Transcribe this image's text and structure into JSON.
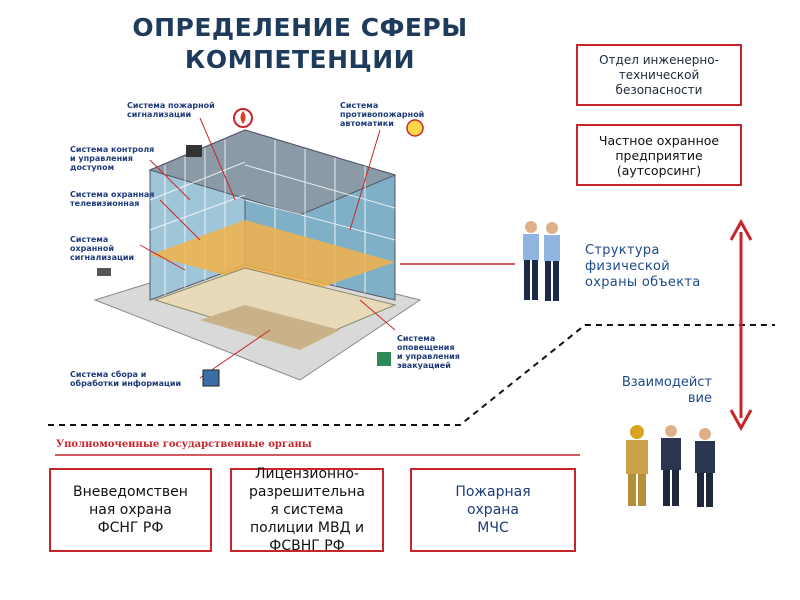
{
  "title": {
    "line1": "ОПРЕДЕЛЕНИЕ СФЕРЫ",
    "line2": "КОМПЕТЕНЦИИ"
  },
  "top_boxes": {
    "engineering": {
      "line1": "Отдел инженерно-",
      "line2": "технической",
      "line3": "безопасности"
    },
    "private": {
      "line1": "Частное охранное",
      "line2": "предприятие",
      "line3": "(аутсорсинг)"
    }
  },
  "physical_guard": {
    "line1": "Структура",
    "line2": "физической",
    "line3": "охраны объекта"
  },
  "interaction": {
    "line1": "Взаимодейст",
    "line2": "вие"
  },
  "gov_label": "Уполномоченные государственные органы",
  "bottom_boxes": {
    "box1": {
      "line1": "Вневедомствен",
      "line2": "ная охрана",
      "line3": "ФСНГ РФ"
    },
    "box2": {
      "line1": "Лицензионно-",
      "line2": "разрешительна",
      "line3": "я система",
      "line4": "полиции МВД и",
      "line5": "ФСВНГ РФ"
    },
    "box3": {
      "line1": "Пожарная",
      "line2": "охрана",
      "line3": "МЧС"
    }
  },
  "building_labels": {
    "fire_alarm": {
      "line1": "Система пожарной",
      "line2": "сигнализации"
    },
    "fire_automation": {
      "line1": "Система",
      "line2": "противопожарной",
      "line3": "автоматики"
    },
    "access_control": {
      "line1": "Система контроля",
      "line2": "и управления",
      "line3": "доступом"
    },
    "cctv": {
      "line1": "Система охранная",
      "line2": "телевизионная"
    },
    "security_alarm": {
      "line1": "Система",
      "line2": "охранной",
      "line3": "сигнализации"
    },
    "evacuation": {
      "line1": "Система",
      "line2": "оповещения",
      "line3": "и управления",
      "line4": "эвакуацией"
    },
    "info": {
      "line1": "Система сбора и",
      "line2": "обработки информации"
    }
  },
  "colors": {
    "accent_red": "#c8252b",
    "title_blue": "#1f3b5c",
    "label_blue": "#1f4a8a"
  }
}
